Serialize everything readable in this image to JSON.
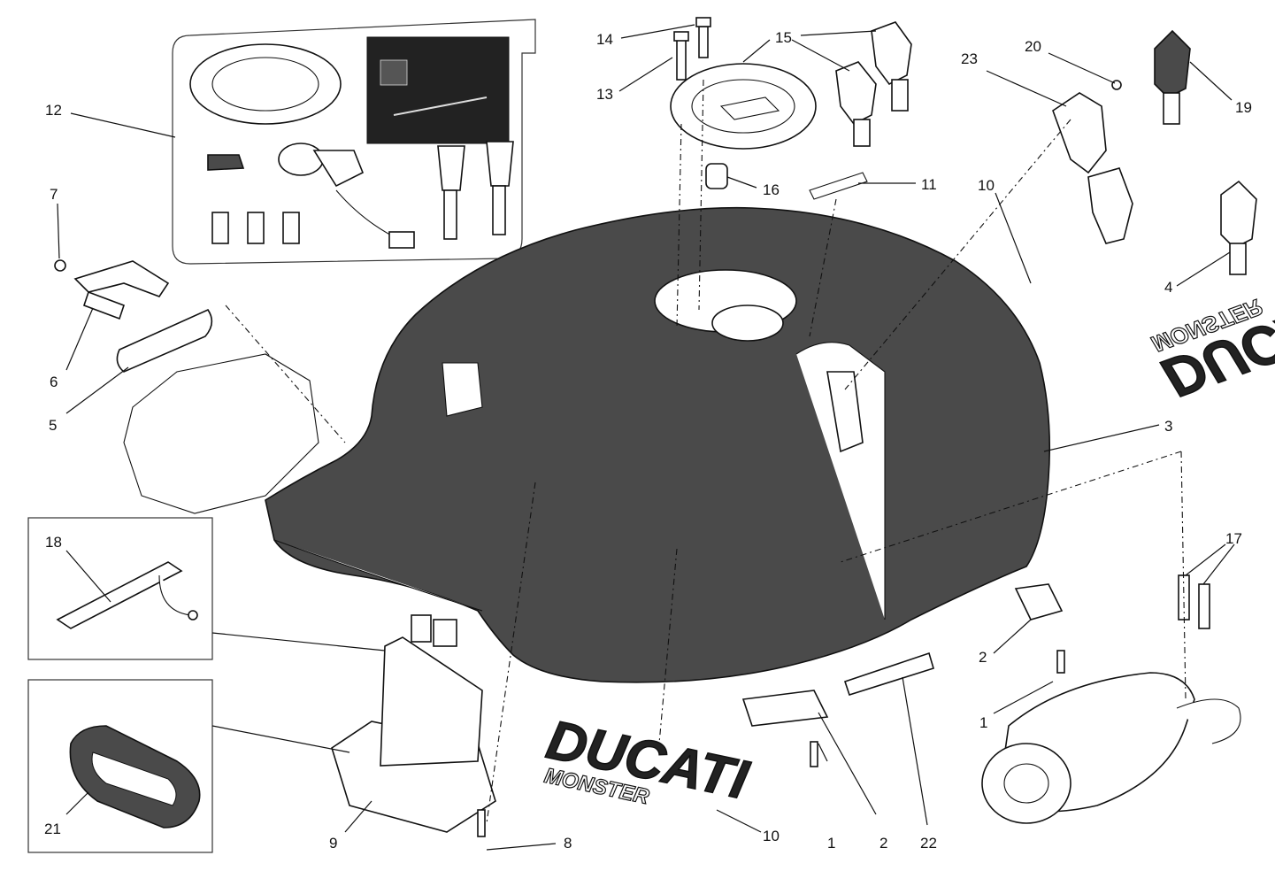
{
  "callouts": [
    {
      "id": "c1a",
      "label": "1"
    },
    {
      "id": "c1b",
      "label": "1"
    },
    {
      "id": "c2a",
      "label": "2"
    },
    {
      "id": "c2b",
      "label": "2"
    },
    {
      "id": "c3",
      "label": "3"
    },
    {
      "id": "c4",
      "label": "4"
    },
    {
      "id": "c5",
      "label": "5"
    },
    {
      "id": "c6",
      "label": "6"
    },
    {
      "id": "c7",
      "label": "7"
    },
    {
      "id": "c8",
      "label": "8"
    },
    {
      "id": "c9",
      "label": "9"
    },
    {
      "id": "c10a",
      "label": "10"
    },
    {
      "id": "c10b",
      "label": "10"
    },
    {
      "id": "c11",
      "label": "11"
    },
    {
      "id": "c12",
      "label": "12"
    },
    {
      "id": "c13",
      "label": "13"
    },
    {
      "id": "c14",
      "label": "14"
    },
    {
      "id": "c15",
      "label": "15"
    },
    {
      "id": "c16",
      "label": "16"
    },
    {
      "id": "c17",
      "label": "17"
    },
    {
      "id": "c18",
      "label": "18"
    },
    {
      "id": "c19",
      "label": "19"
    },
    {
      "id": "c20",
      "label": "20"
    },
    {
      "id": "c21",
      "label": "21"
    },
    {
      "id": "c22",
      "label": "22"
    },
    {
      "id": "c23",
      "label": "23"
    }
  ],
  "decals": {
    "brand": "DUCATI",
    "model": "MONSTER"
  },
  "colors": {
    "tank": "#4a4a4a",
    "line": "#111111",
    "background": "#ffffff"
  }
}
